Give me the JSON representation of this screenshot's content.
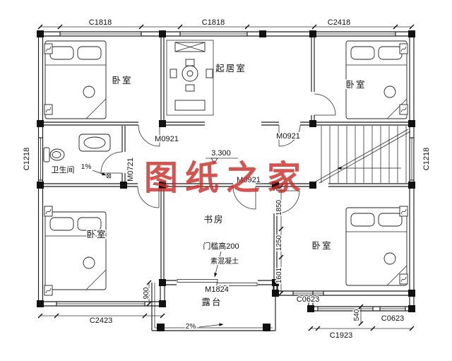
{
  "watermark": {
    "text": "图纸之家",
    "color": "#c9302c"
  },
  "rooms": {
    "bedroom": "卧室",
    "living_room": "起居室",
    "bathroom": "卫生间",
    "study": "书房",
    "terrace": "露台"
  },
  "windows": {
    "top_left": "C1818",
    "top_mid": "C1818",
    "top_right": "C2418",
    "left": "C1218",
    "right": "C1218",
    "bottom_left": "C2423",
    "bay": "C1923",
    "br_upper": "C0623",
    "br_lower": "C0623"
  },
  "doors": {
    "bedroom_tl": "M0921",
    "stair_hall": "M0921",
    "study": "M0921",
    "bathroom": "M0721",
    "terrace": "M1824"
  },
  "annotations": {
    "elevation": "3.300",
    "bath_slope": "1%",
    "terrace_slope": "2%",
    "threshold": "门槛高200",
    "concrete": "素混凝土"
  },
  "dims": {
    "d1850": "1850",
    "d1250": "1250",
    "d1601": "1601",
    "d900": "900",
    "d540": "540"
  }
}
